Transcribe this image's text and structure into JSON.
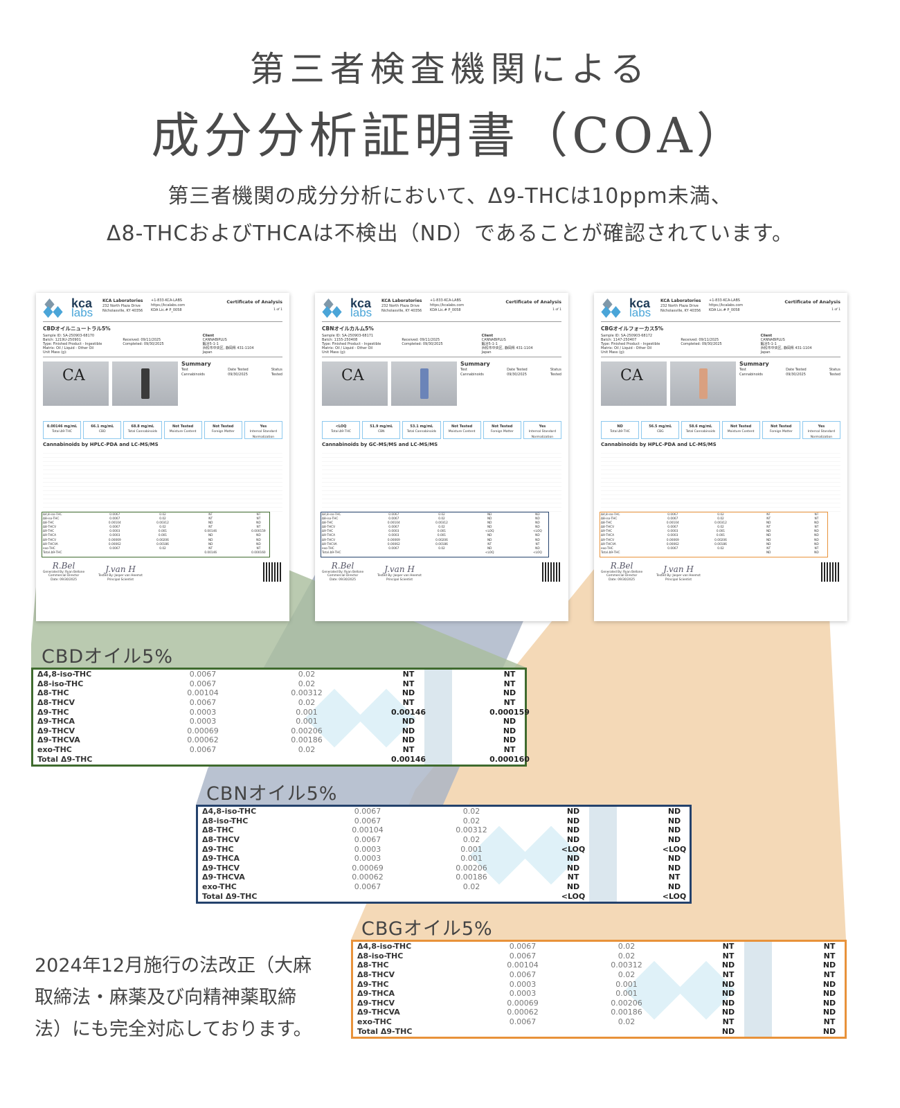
{
  "header": {
    "line1": "第三者検査機関による",
    "line2": "成分分析証明書（COA）",
    "sub1": "第三者機関の成分分析において、Δ9-THCは10ppm未満、",
    "sub2": "Δ8-THCおよびTHCAは不検出（ND）であることが確認されています。"
  },
  "colors": {
    "cbd": "#3f6b2e",
    "cbn": "#24426c",
    "cbg": "#e8923a",
    "cbd_fill": "#a9bd9c",
    "cbn_fill": "#a8b3c6",
    "cbg_fill": "#f2d2aa"
  },
  "lab": {
    "logo_top": "kca",
    "logo_bottom": "labs",
    "name": "KCA Laboratories",
    "addr1": "232 North Plaza Drive",
    "addr2": "Nicholasville, KY 40356",
    "phone": "+1-833-KCA-LABS",
    "web": "https://kcalabs.com",
    "lic": "KDA Lic.# P_0058",
    "coa": "Certificate of Analysis",
    "page": "1 of 1",
    "client_label": "Client",
    "client": "CANNABIPLUS",
    "client_addr1": "鍛冶5-1-1",
    "client_addr2": "浜松市中央区, 静岡県 431-1104",
    "client_country": "Japan",
    "type": "Type: Finished Product - Ingestible",
    "matrix": "Matrix: Oil / Liquid - Other Oil",
    "unit": "Unit Mass (g):",
    "received": "Received: 09/11/2025",
    "completed": "Completed: 09/30/2025",
    "summary": "Summary",
    "test_h": "Test",
    "date_h": "Date Tested",
    "status_h": "Status",
    "test": "Cannabinoids",
    "date": "09/30/2025",
    "status": "Tested",
    "gen": "Generated By: Ryan Bellone",
    "gen_role": "Commercial Director",
    "gen_date": "Date: 09/30/2025",
    "tested": "Tested By: Jasper van Heemst",
    "tested_role": "Principal Scientist",
    "sig1": "R.Bel",
    "sig2": "J.van H",
    "box_labels": [
      "Moisture Content",
      "Foreign Matter",
      "Internal Standard Normalization"
    ],
    "box_values": [
      "Not Tested",
      "Not Tested",
      "Yes"
    ]
  },
  "documents": [
    {
      "title": "CBDオイルニュートラル5%",
      "sample": "Sample ID: SA-250903-68170",
      "batch": "Batch: 1219U-250901",
      "method": "Cannabinoids by HPLC-PDA and LC-MS/MS",
      "boxes": [
        {
          "v": "0.00146 mg/mL",
          "l": "Total Δ9-THC"
        },
        {
          "v": "66.1 mg/mL",
          "l": "CBD"
        },
        {
          "v": "68.8 mg/mL",
          "l": "Total Cannabinoids"
        }
      ]
    },
    {
      "title": "CBNオイルカルム5%",
      "sample": "Sample ID: SA-250903-68171",
      "batch": "Batch: 1155-250408",
      "method": "Cannabinoids by GC-MS/MS and LC-MS/MS",
      "boxes": [
        {
          "v": "<LOQ",
          "l": "Total Δ9-THC"
        },
        {
          "v": "51.9 mg/mL",
          "l": "CBN"
        },
        {
          "v": "53.1 mg/mL",
          "l": "Total Cannabinoids"
        }
      ]
    },
    {
      "title": "CBGオイルフォーカス5%",
      "sample": "Sample ID: SA-250903-68172",
      "batch": "Batch: 1147-250407",
      "method": "Cannabinoids by HPLC-PDA and LC-MS/MS",
      "boxes": [
        {
          "v": "ND",
          "l": "Total Δ9-THC"
        },
        {
          "v": "56.5 mg/mL",
          "l": "CBG"
        },
        {
          "v": "58.6 mg/mL",
          "l": "Total Cannabinoids"
        }
      ]
    }
  ],
  "analytes": [
    "Δ4,8-iso-THC",
    "Δ8-iso-THC",
    "Δ8-THC",
    "Δ8-THCV",
    "Δ9-THC",
    "Δ9-THCA",
    "Δ9-THCV",
    "Δ9-THCVA",
    "exo-THC",
    "Total Δ9-THC"
  ],
  "lod": [
    "0.0067",
    "0.0067",
    "0.00104",
    "0.0067",
    "0.0003",
    "0.0003",
    "0.00069",
    "0.00062",
    "0.0067",
    ""
  ],
  "loq": [
    "0.02",
    "0.02",
    "0.00312",
    "0.02",
    "0.001",
    "0.001",
    "0.00206",
    "0.00186",
    "0.02",
    ""
  ],
  "tables": [
    {
      "label": "CBDオイル5%",
      "result": [
        "NT",
        "NT",
        "ND",
        "NT",
        "0.00146",
        "ND",
        "ND",
        "ND",
        "NT",
        "0.00146"
      ],
      "pct": [
        "NT",
        "NT",
        "ND",
        "NT",
        "0.000159",
        "ND",
        "ND",
        "ND",
        "NT",
        "0.000160"
      ]
    },
    {
      "label": "CBNオイル5%",
      "result": [
        "ND",
        "ND",
        "ND",
        "ND",
        "<LOQ",
        "ND",
        "ND",
        "NT",
        "ND",
        "<LOQ"
      ],
      "pct": [
        "ND",
        "ND",
        "ND",
        "ND",
        "<LOQ",
        "ND",
        "ND",
        "NT",
        "ND",
        "<LOQ"
      ]
    },
    {
      "label": "CBGオイル5%",
      "result": [
        "NT",
        "NT",
        "ND",
        "NT",
        "ND",
        "ND",
        "ND",
        "ND",
        "NT",
        "ND"
      ],
      "pct": [
        "NT",
        "NT",
        "ND",
        "NT",
        "ND",
        "ND",
        "ND",
        "ND",
        "NT",
        "ND"
      ]
    }
  ],
  "note": [
    "2024年12月施行の法改正（大麻",
    "取締法・麻薬及び向精神薬取締",
    "法）にも完全対応しております。"
  ]
}
